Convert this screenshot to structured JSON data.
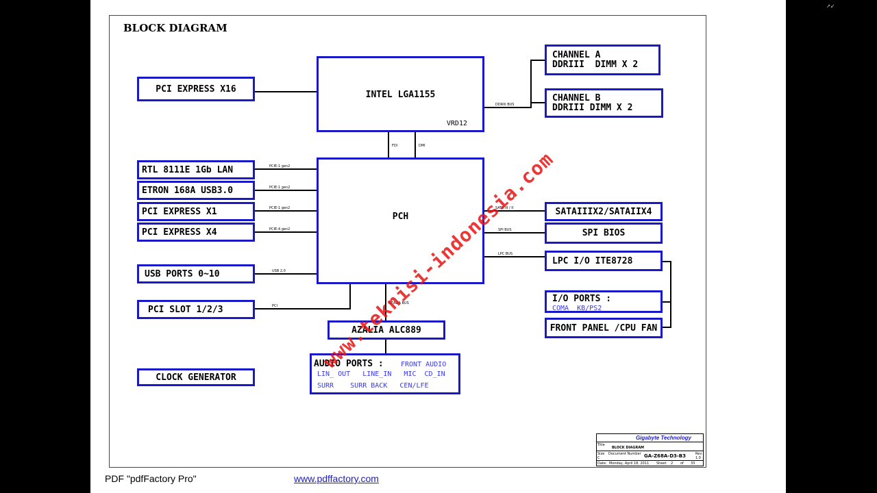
{
  "title": "BLOCK DIAGRAM",
  "blocks": {
    "cpu": "INTEL LGA1155",
    "vrd": "VRD12",
    "pch": "PCH",
    "pcie_x16": "PCI EXPRESS X16",
    "channel_a_1": "CHANNEL A",
    "channel_a_2": "DDRIII  DIMM X 2",
    "channel_b_1": "CHANNEL B",
    "channel_b_2": "DDRIII DIMM X 2",
    "lan": "RTL 8111E 1Gb LAN",
    "usb3": "ETRON 168A USB3.0",
    "pcie_x1": "PCI EXPRESS X1",
    "pcie_x4": "PCI EXPRESS X4",
    "usb_ports": "USB PORTS 0~10",
    "pci_slot": "PCI SLOT 1/2/3",
    "clock": "CLOCK GENERATOR",
    "azalia": "AZALIA ALC889",
    "sata": "SATAIIIX2/SATAIIX4",
    "spi_bios": "SPI BIOS",
    "lpc": "LPC I/O ITE8728",
    "io_ports": "I/O PORTS :",
    "io_ports_sub": "COMA  KB/PS2",
    "front_panel": "FRONT PANEL /CPU FAN",
    "audio_ports": "AUDIO PORTS :",
    "front_audio": "FRONT AUDIO",
    "audio_row2": "LIN_ OUT   LINE_IN   MIC  CD_IN",
    "audio_row3": "SURR    SURR BACK   CEN/LFE"
  },
  "buses": {
    "ddr": "DDRIII BUS",
    "fdi": "FDI",
    "dmi": "DMI",
    "pcie1_lan": "PCIE-1 gen2",
    "pcie1_usb3": "PCIE-1 gen2",
    "pcie1_x1": "PCIE-1 gen2",
    "pcie4_x4": "PCIE-4 gen2",
    "usb2": "USB 2.0",
    "pci": "PCI",
    "azalia_bus": "AZALIA BUS",
    "sata_bus": "SATA III / II",
    "spi_bus": "SPI BUS",
    "lpc_bus": "LPC BUS"
  },
  "title_block": {
    "company": "Gigabyte Technology",
    "title_lbl": "Title",
    "title": "BLOCK DIAGRAM",
    "size_lbl": "Size",
    "size": "C",
    "docnum_lbl": "Document Number",
    "docnum": "GA-Z68A-D3-B3",
    "rev_lbl": "Rev",
    "rev": "1.0",
    "date_lbl": "Date:",
    "date": "Monday, April 18, 2011",
    "sheet_lbl": "Sheet",
    "sheet": "2",
    "of_lbl": "of",
    "of": "33"
  },
  "footer": {
    "pdf": "PDF  \"pdfFactory Pro\"",
    "link": "www.pdffactory.com"
  },
  "watermark": "www.teknisi-indonesia.com"
}
